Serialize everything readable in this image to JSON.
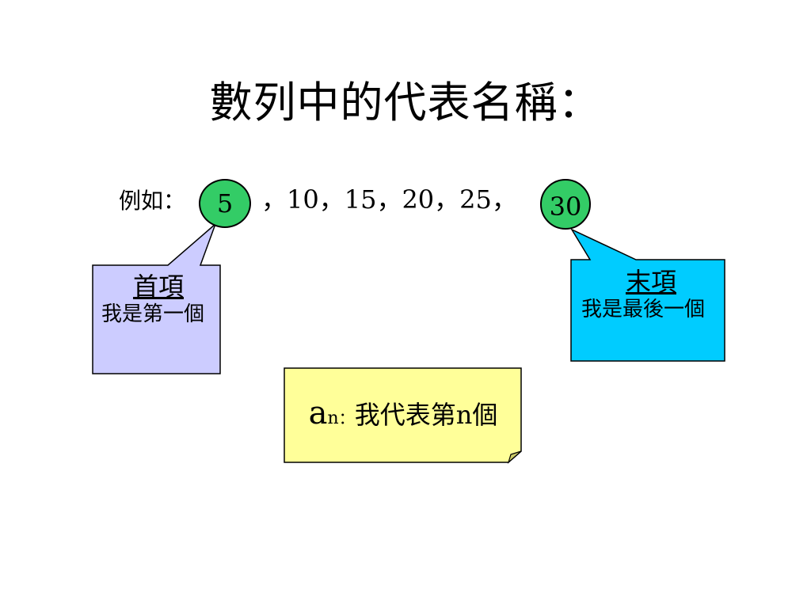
{
  "title": "數列中的代表名稱：",
  "sequence": {
    "label": "例如：",
    "first_term": "5",
    "middle_terms": "，10，15，20，25，",
    "last_term": "30"
  },
  "callout_first": {
    "heading": "首項",
    "text": "我是第一個"
  },
  "callout_last": {
    "heading": "末項",
    "text": "我是最後一個"
  },
  "note": {
    "symbol": "a",
    "subscript": "n",
    "separator": "：",
    "text": "我代表第n個"
  },
  "colors": {
    "bubble": "#33cc66",
    "callout_first": "#ccccff",
    "callout_last": "#00ccff",
    "note": "#ffff99"
  }
}
